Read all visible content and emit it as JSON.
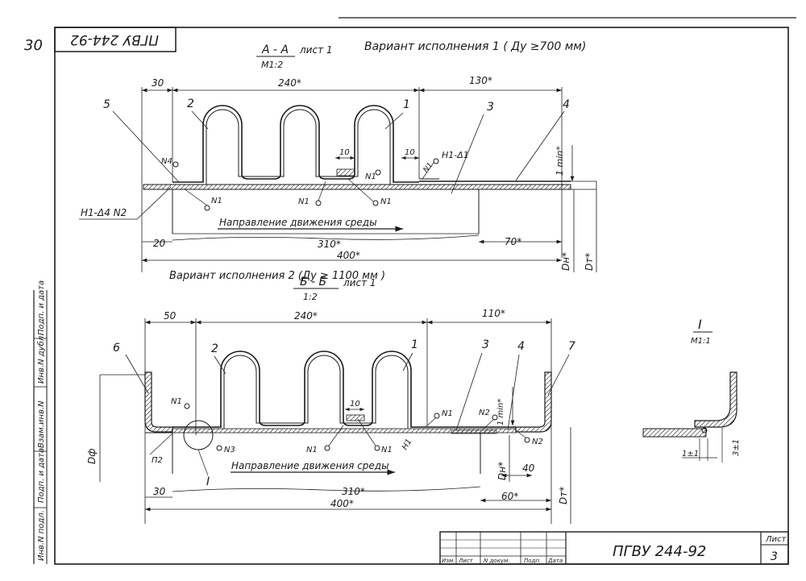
{
  "page_number": "30",
  "top_doc_code": "ПГВУ 244-92",
  "variant1": {
    "title": "Вариант исполнения 1 ( Ду ≥700 мм)",
    "section_label": "А - А",
    "sheet_ref": "лист 1",
    "scale": "М1:2",
    "dims": {
      "d30": "30",
      "d240": "240*",
      "d130": "130*",
      "d10a": "10",
      "d10b": "10",
      "d20": "20",
      "d310": "310*",
      "d70": "70*",
      "d400": "400*",
      "min1": "1 min*",
      "dn": "Dн*",
      "dt": "Dт*"
    },
    "callouts": [
      "5",
      "2",
      "1",
      "3",
      "4"
    ],
    "welds": {
      "n1a": "N1",
      "n1b": "N1",
      "n1c": "N1",
      "n1d": "N1",
      "n1e": "N1",
      "n4": "N4",
      "h1d1": "Н1-Δ1",
      "h1d4": "Н1-Δ4 N2"
    },
    "flow_label": "Направление движения среды"
  },
  "variant2": {
    "title": "Вариант исполнения 2 (Ду ≥ 1100 мм )",
    "section_label": "Б - Б",
    "sheet_ref": "лист 1",
    "scale": "1:2",
    "dims": {
      "d50": "50",
      "d240": "240*",
      "d110": "110*",
      "d10": "10",
      "d30": "30",
      "d310": "310*",
      "d400": "400*",
      "d40": "40",
      "d60": "60*",
      "min1": "1 min*",
      "df": "Dф",
      "dn": "Dн*",
      "dt": "Dт*"
    },
    "callouts": [
      "6",
      "2",
      "1",
      "3",
      "4",
      "7"
    ],
    "welds": {
      "n1a": "N1",
      "n1b": "N1",
      "n1c": "N1",
      "n1d": "N1",
      "n3": "N3",
      "n2a": "N2",
      "n2b": "N2",
      "h1": "Н1",
      "p2": "П2"
    },
    "detail_marker": "I",
    "flow_label": "Направление движения среды"
  },
  "detail": {
    "title": "I",
    "scale": "М1:1",
    "dim_a": "1±1",
    "dim_b": "3±1"
  },
  "side_strip": [
    "Инв.N подл.",
    "Подп. и дата",
    "Взам.инв.N",
    "Инв.N дубл.",
    "Подп. и дата"
  ],
  "title_block": {
    "code": "ПГВУ 244-92",
    "sheet_label": "Лист",
    "sheet_number": "3",
    "headers": [
      "Изм.",
      "Лист",
      "N докум.",
      "Подп.",
      "Дата"
    ]
  }
}
